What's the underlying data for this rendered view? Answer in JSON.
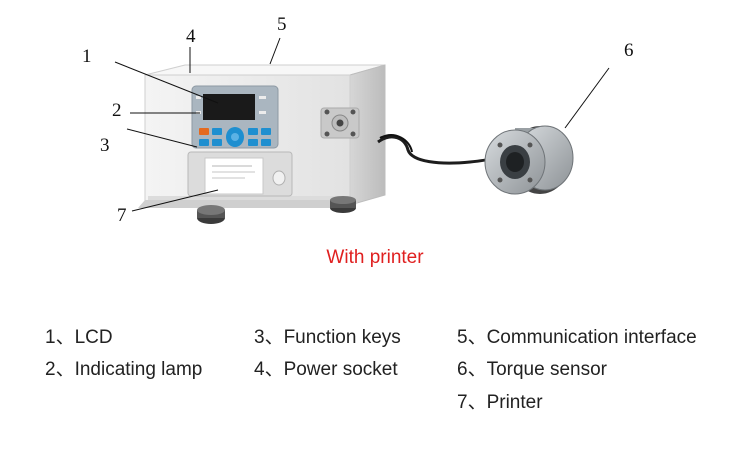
{
  "callouts": [
    "1",
    "2",
    "3",
    "4",
    "5",
    "6",
    "7"
  ],
  "caption": "With printer",
  "legend": [
    "1、LCD",
    "2、Indicating lamp",
    "3、Function keys",
    "4、Power socket",
    "5、Communication interface",
    "6、Torque sensor",
    "7、Printer"
  ],
  "colors": {
    "caption": "#e02020",
    "body": "#e8e8e8",
    "panel": "#aab6c0",
    "key": "#1e8fd0",
    "lcd": "#1a1a1a",
    "ring": "#aeb4b8"
  }
}
